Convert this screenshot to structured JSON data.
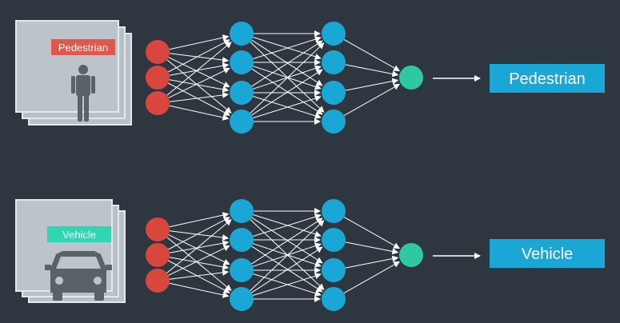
{
  "colors": {
    "background": "#2e3640",
    "input_node": "#d9463e",
    "hidden_node": "#1aa7d6",
    "output_node": "#2ec9a2",
    "result_box": "#1aa7d6",
    "pedestrian_tag": "#e2574c",
    "vehicle_tag": "#2fd6b1",
    "frame_fill": "#b9c0c7",
    "frame_border": "#e4e8ec",
    "silhouette": "#5b6168",
    "edge": "#ffffff"
  },
  "rows": [
    {
      "image_tag": "Pedestrian",
      "image_icon": "pedestrian-icon",
      "tag_color": "#e2574c",
      "result_label": "Pedestrian"
    },
    {
      "image_tag": "Vehicle",
      "image_icon": "car-icon",
      "tag_color": "#2fd6b1",
      "result_label": "Vehicle"
    }
  ]
}
